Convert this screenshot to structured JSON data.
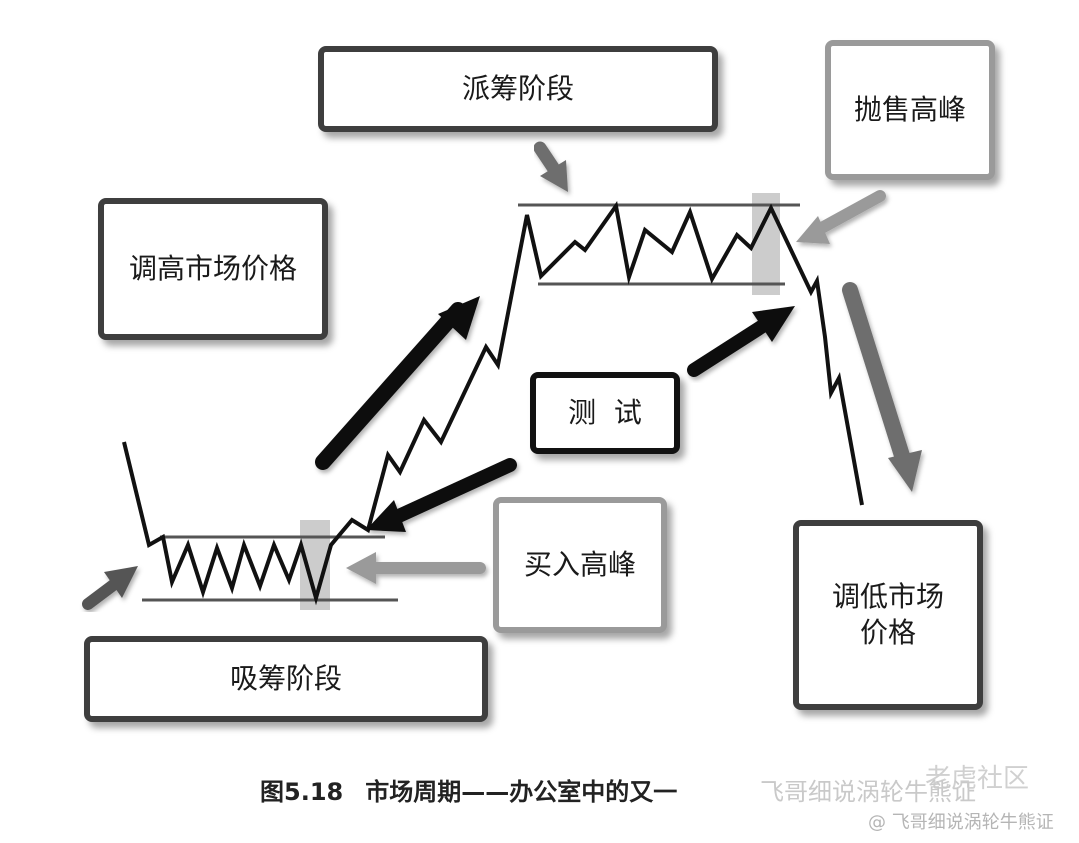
{
  "boxes": {
    "distribution": "派筹阶段",
    "sell_peak": "抛售高峰",
    "markup": "调高市场价格",
    "test": "测  试",
    "buy_peak": "买入高峰",
    "markdown": "调低市场\n价格",
    "accumulation": "吸筹阶段"
  },
  "caption": {
    "figure_number": "图5.18",
    "title": "市场周期——办公室中的又一"
  },
  "watermark": {
    "site": "老虎社区",
    "author": "飞哥细说涡轮牛熊证",
    "author_handle": "@ 飞哥细说涡轮牛熊证"
  },
  "colors": {
    "price_line": "#111111",
    "range_line": "#555555",
    "highlight_band": "#cccccc",
    "arrow_black": "#111111",
    "arrow_dark": "#4a4a4a",
    "arrow_mid": "#6e6e6e",
    "arrow_light": "#9a9a9a"
  }
}
